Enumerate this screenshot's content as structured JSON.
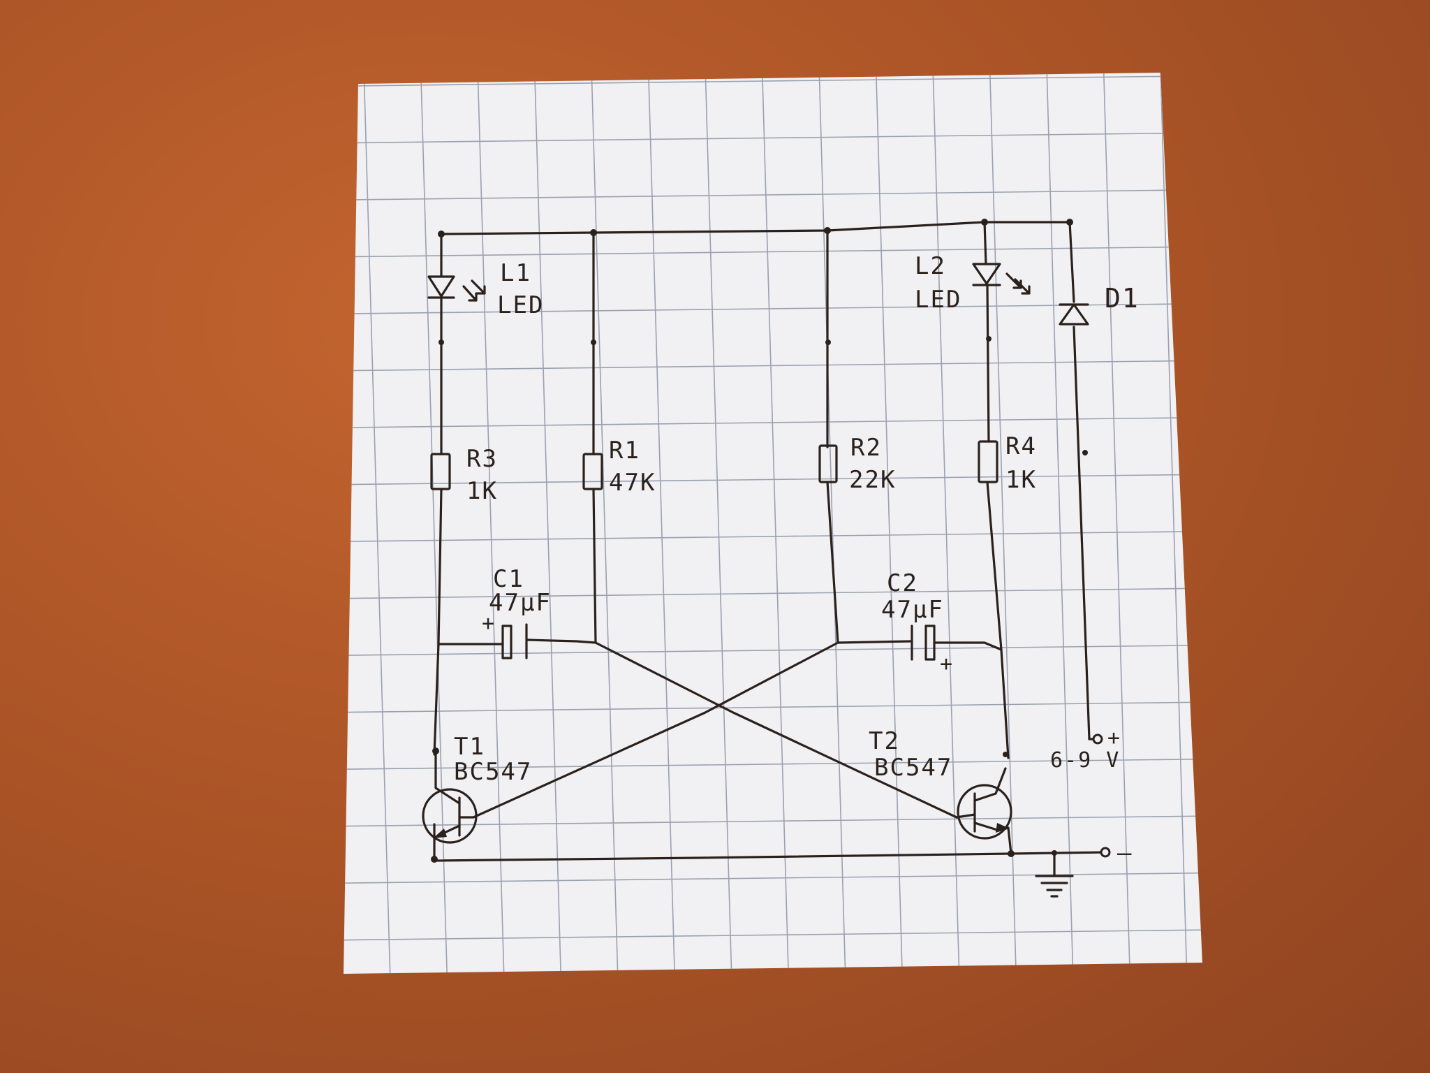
{
  "components": {
    "L1": {
      "name": "L1",
      "type": "LED"
    },
    "L2": {
      "name": "L2",
      "type": "LED"
    },
    "D1": {
      "name": "D1"
    },
    "R1": {
      "name": "R1",
      "value": "47K"
    },
    "R2": {
      "name": "R2",
      "value": "22K"
    },
    "R3": {
      "name": "R3",
      "value": "1K"
    },
    "R4": {
      "name": "R4",
      "value": "1K"
    },
    "C1": {
      "name": "C1",
      "value": "47µF",
      "polarity": "+"
    },
    "C2": {
      "name": "C2",
      "value": "47µF",
      "polarity": "+"
    },
    "T1": {
      "name": "T1",
      "part": "BC547"
    },
    "T2": {
      "name": "T2",
      "part": "BC547"
    }
  },
  "supply": {
    "positive": "+",
    "voltage": "6-9 V",
    "negative": "–"
  },
  "colors": {
    "background": "#ad5527",
    "paper": "#f1f1f3",
    "grid": "#9aa0b0",
    "ink": "#2b211c"
  }
}
